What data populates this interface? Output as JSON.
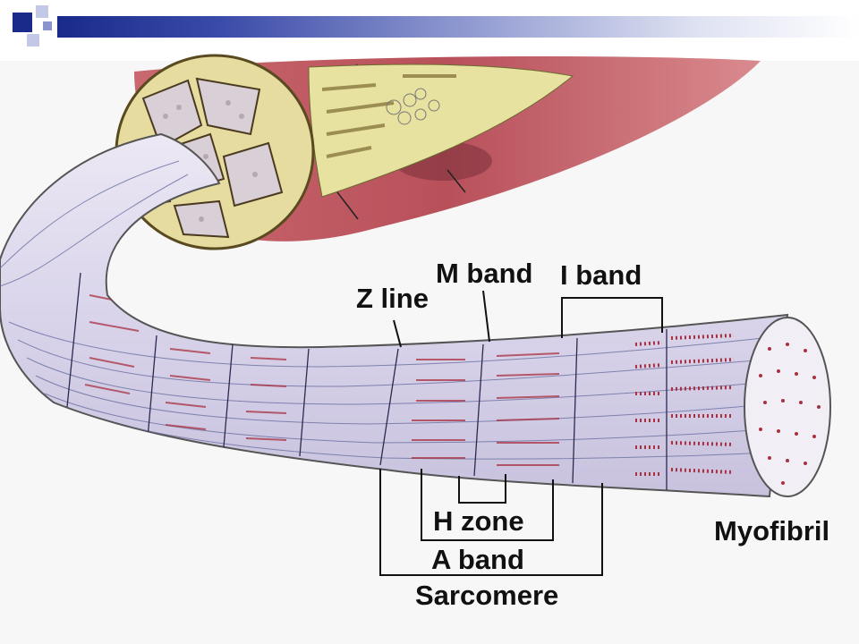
{
  "labels": {
    "z_line": "Z line",
    "m_band": "M band",
    "i_band": "I band",
    "h_zone": "H zone",
    "a_band": "A band",
    "sarcomere": "Sarcomere",
    "myofibril": "Myofibril"
  },
  "colors": {
    "header_dark": "#1a2a8a",
    "muscle_red": "#b8505a",
    "myofibril_lavender": "#d9d4ea",
    "striation_red": "#a83040",
    "connective_yellow": "#e8e2a0"
  }
}
